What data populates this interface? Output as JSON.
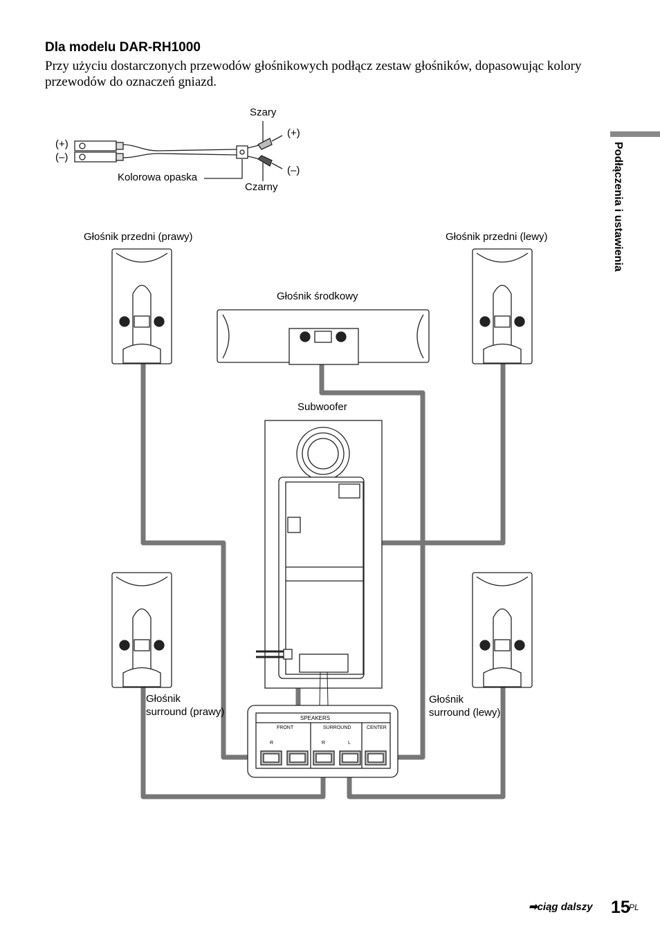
{
  "heading": "Dla modelu DAR-RH1000",
  "intro": "Przy użyciu dostarczonych przewodów głośnikowych podłącz zestaw głośników, dopasowując kolory przewodów do oznaczeń gniazd.",
  "side_title": "Podłączenia i ustawienia",
  "cable": {
    "gray": "Szary",
    "black": "Czarny",
    "band": "Kolorowa opaska",
    "plus": "(+)",
    "minus": "(–)"
  },
  "speakers": {
    "front_right": "Głośnik przedni (prawy)",
    "front_left": "Głośnik przedni (lewy)",
    "center": "Głośnik środkowy",
    "subwoofer": "Subwoofer",
    "surround_right_1": "Głośnik",
    "surround_right_2": "surround (prawy)",
    "surround_left_1": "Głośnik",
    "surround_left_2": "surround (lewy)"
  },
  "panel": {
    "speakers": "SPEAKERS",
    "front": "FRONT",
    "surround": "SURROUND",
    "center": "CENTER",
    "r1": "R",
    "r2": "R",
    "l": "L"
  },
  "footer": {
    "continued": "ciąg dalszy",
    "page": "15",
    "suffix": "PL"
  },
  "colors": {
    "wire": "#777777",
    "outline": "#222222"
  }
}
